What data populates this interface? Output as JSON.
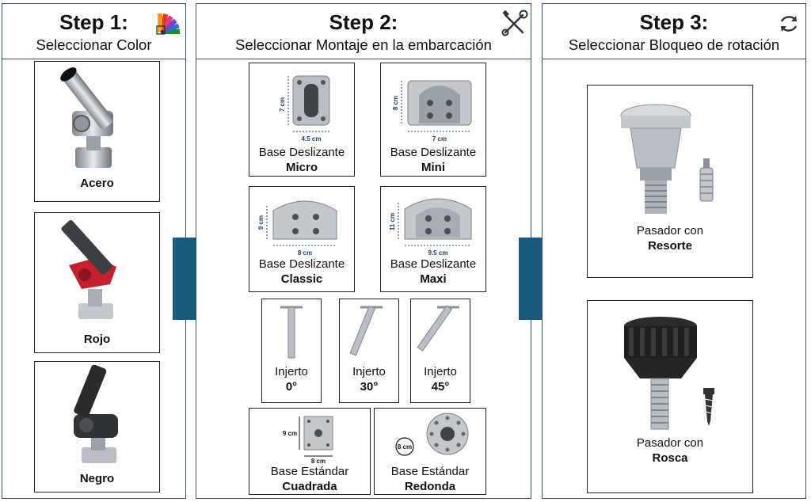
{
  "colors": {
    "border": "#3f5166",
    "arrow": "#1a5a7c",
    "steel": "#b9bec4",
    "red": "#c4202d",
    "black": "#2b2b2b"
  },
  "step1": {
    "title": "Step 1:",
    "subtitle": "Seleccionar Color",
    "icon": "color-palette-icon",
    "options": [
      {
        "label": "Acero"
      },
      {
        "label": "Rojo"
      },
      {
        "label": "Negro"
      }
    ]
  },
  "step2": {
    "title": "Step 2:",
    "subtitle": "Seleccionar Montaje en la embarcación",
    "icon": "tools-icon",
    "bases": [
      {
        "line1": "Base Deslizante",
        "line2": "Micro",
        "dim_h": "7 cm",
        "dim_w": "4.5 cm"
      },
      {
        "line1": "Base Deslizante",
        "line2": "Mini",
        "dim_h": "8 cm",
        "dim_w": "7 cm"
      },
      {
        "line1": "Base Deslizante",
        "line2": "Classic",
        "dim_h": "9 cm",
        "dim_w": "8 cm"
      },
      {
        "line1": "Base Deslizante",
        "line2": "Maxi",
        "dim_h": "11 cm",
        "dim_w": "9.5 cm"
      }
    ],
    "injertos": [
      {
        "line1": "Injerto",
        "line2": "0°"
      },
      {
        "line1": "Injerto",
        "line2": "30°"
      },
      {
        "line1": "Injerto",
        "line2": "45°"
      }
    ],
    "standard": [
      {
        "line1": "Base Estándar",
        "line2": "Cuadrada",
        "dim_h": "9 cm",
        "dim_w": "8 cm"
      },
      {
        "line1": "Base Estándar",
        "line2": "Redonda",
        "dim_d": "8 cm"
      }
    ]
  },
  "step3": {
    "title": "Step 3:",
    "subtitle": "Seleccionar Bloqueo de rotación",
    "icon": "rotation-icon",
    "options": [
      {
        "line1": "Pasador con",
        "line2": "Resorte"
      },
      {
        "line1": "Pasador con",
        "line2": "Rosca"
      }
    ]
  }
}
